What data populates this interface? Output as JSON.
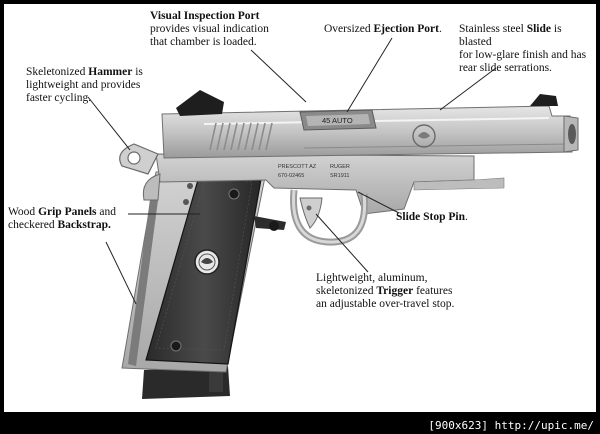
{
  "callouts": {
    "inspection": {
      "bold": "Visual Inspection Port",
      "line2": "provides visual indication",
      "line3": "that chamber is loaded."
    },
    "ejection": {
      "pre": "Oversized ",
      "bold": "Ejection Port",
      "post": "."
    },
    "slide": {
      "pre": "Stainless steel ",
      "bold": "Slide",
      "post": " is blasted",
      "line2": "for low-glare finish and has",
      "line3": "rear slide serrations."
    },
    "hammer": {
      "pre": "Skeletonized ",
      "bold": "Hammer",
      "post": " is",
      "line2": "lightweight and provides",
      "line3": "faster cycling."
    },
    "grip": {
      "pre": "Wood ",
      "bold": "Grip Panels",
      "post": " and",
      "line2_pre": "checkered ",
      "line2_bold": "Backstrap."
    },
    "slide_stop": {
      "bold": "Slide Stop Pin",
      "post": "."
    },
    "trigger": {
      "line1": "Lightweight, aluminum,",
      "line2_pre": "skeletonized ",
      "line2_bold": "Trigger",
      "line2_post": " features",
      "line3": "an adjustable over-travel stop."
    }
  },
  "engravings": {
    "caliber": "45 AUTO",
    "city": "PRESCOTT AZ",
    "brand": "RUGER",
    "model": "670-02465",
    "serial": "SR1911"
  },
  "footer": "[900x623] http://upic.me/",
  "colors": {
    "background": "#000000",
    "panel": "#ffffff",
    "steel": "#c9c9c9",
    "grip": "#3a3a3a"
  }
}
